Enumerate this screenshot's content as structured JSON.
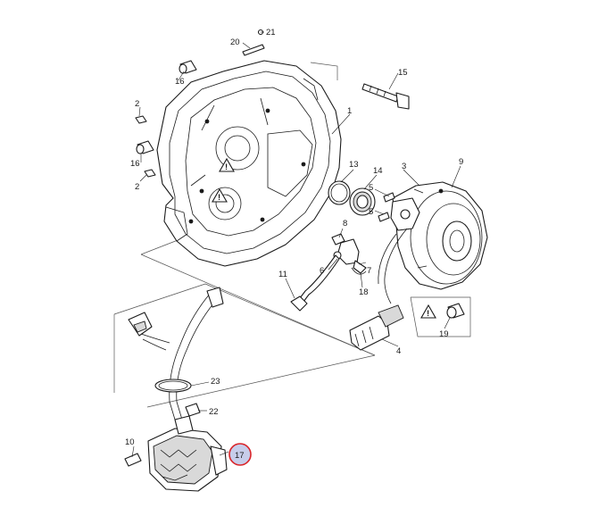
{
  "callouts": {
    "c1": "1",
    "c2a": "2",
    "c2b": "2",
    "c3": "3",
    "c4": "4",
    "c5a": "5",
    "c5b": "5",
    "c6": "6",
    "c7": "7",
    "c8": "8",
    "c9": "9",
    "c10": "10",
    "c11": "11",
    "c13": "13",
    "c14": "14",
    "c15": "15",
    "c16a": "16",
    "c16b": "16",
    "c17": "17",
    "c18": "18",
    "c19": "19",
    "c20": "20",
    "c21": "21",
    "c22": "22",
    "c23": "23"
  },
  "warning_symbol": "!",
  "colors": {
    "line": "#1a1a1a",
    "highlight_ring": "#d9252a",
    "highlight_fill": "#c7cdea"
  },
  "highlighted_callout": "17"
}
